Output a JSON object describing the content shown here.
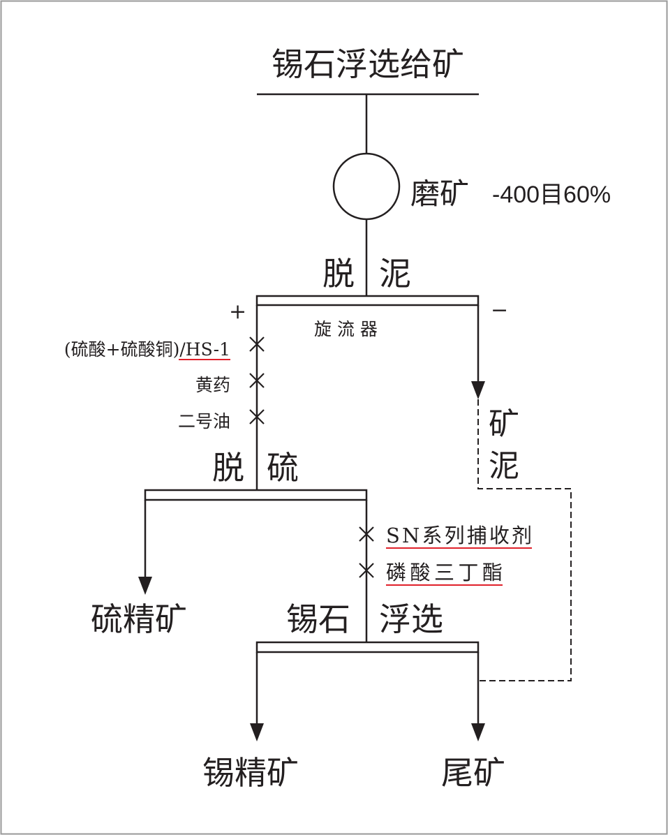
{
  "title": "锡石浮选给矿",
  "grinding": {
    "label": "磨矿",
    "spec": "-400目60%"
  },
  "desliming": {
    "label_left": "脱",
    "label_right": "泥",
    "device": "旋 流 器",
    "plus": "+",
    "minus": "−"
  },
  "slime": {
    "char1": "矿",
    "char2": "泥"
  },
  "desulfur_reagents": [
    {
      "prefix": "(硫酸+硫酸铜)/",
      "underlined": "HS-1"
    },
    {
      "prefix": "黄药",
      "underlined": ""
    },
    {
      "prefix": "二号油",
      "underlined": ""
    }
  ],
  "desulfurization": {
    "label_left": "脱",
    "label_right": "硫"
  },
  "flotation_reagents": [
    {
      "underlined": "SN系列捕收剂"
    },
    {
      "underlined": "磷酸三丁酯"
    }
  ],
  "sulfur_concentrate": "硫精矿",
  "tin_flotation": {
    "label_left": "锡石",
    "label_right": "浮选"
  },
  "tin_concentrate": "锡精矿",
  "tailings": "尾矿",
  "colors": {
    "line": "#231f20",
    "underline": "#e0202a",
    "border": "#9a9a9a"
  }
}
